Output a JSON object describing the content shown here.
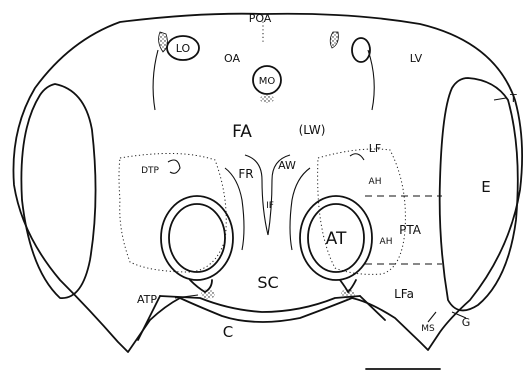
{
  "labels": {
    "poa": "POA",
    "lo": "LO",
    "oa": "OA",
    "lv": "LV",
    "mo": "MO",
    "t": "T",
    "fa": "FA",
    "lw": "(LW)",
    "lf": "LF",
    "dtp": "DTP",
    "ah_upper": "AH",
    "aw": "AW",
    "fr": "FR",
    "if": "IF",
    "e": "E",
    "at": "AT",
    "ah_lower": "AH",
    "pta": "PTA",
    "sc": "SC",
    "atp": "ATP",
    "lfa": "LFa",
    "c": "C",
    "ms": "MS",
    "g": "G"
  }
}
